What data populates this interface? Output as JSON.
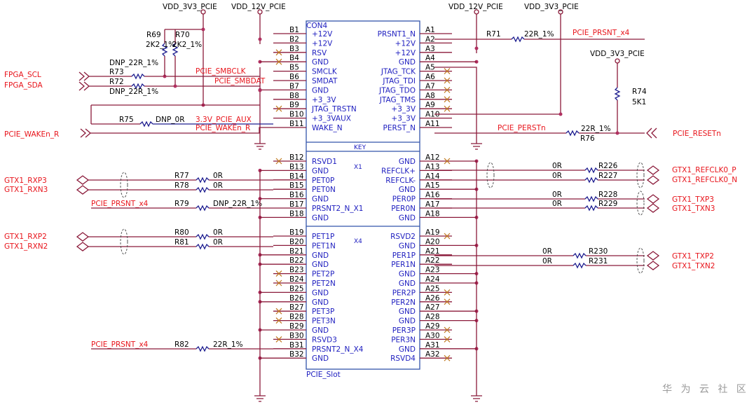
{
  "title": "CON4",
  "footer_label": "PCIE_Slot",
  "key_label": "KEY",
  "lane_x1": "X1",
  "lane_x4": "X4",
  "watermark": "华 为 云 社 区",
  "power": {
    "vdd3v3_left": "VDD_3V3_PCIE",
    "vdd12_left": "VDD_12V_PCIE",
    "vdd12_right": "VDD_12V_PCIE",
    "vdd3v3_right": "VDD_3V3_PCIE",
    "vdd3v3_r74": "VDD_3V3_PCIE"
  },
  "b_pins": [
    {
      "num": "B1",
      "name": "+12V"
    },
    {
      "num": "B2",
      "name": "+12V"
    },
    {
      "num": "B3",
      "name": "RSV"
    },
    {
      "num": "B4",
      "name": "GND"
    },
    {
      "num": "B5",
      "name": "SMCLK"
    },
    {
      "num": "B6",
      "name": "SMDAT"
    },
    {
      "num": "B7",
      "name": "GND"
    },
    {
      "num": "B8",
      "name": "+3_3V"
    },
    {
      "num": "B9",
      "name": "JTAG_TRSTN"
    },
    {
      "num": "B10",
      "name": "+3_3VAUX"
    },
    {
      "num": "B11",
      "name": "WAKE_N"
    },
    {
      "num": "B12",
      "name": "RSVD1"
    },
    {
      "num": "B13",
      "name": "GND"
    },
    {
      "num": "B14",
      "name": "PET0P"
    },
    {
      "num": "B15",
      "name": "PET0N"
    },
    {
      "num": "B16",
      "name": "GND"
    },
    {
      "num": "B17",
      "name": "PRSNT2_N_X1"
    },
    {
      "num": "B18",
      "name": "GND"
    },
    {
      "num": "B19",
      "name": "PET1P"
    },
    {
      "num": "B20",
      "name": "PET1N"
    },
    {
      "num": "B21",
      "name": "GND"
    },
    {
      "num": "B22",
      "name": "GND"
    },
    {
      "num": "B23",
      "name": "PET2P"
    },
    {
      "num": "B24",
      "name": "PET2N"
    },
    {
      "num": "B25",
      "name": "GND"
    },
    {
      "num": "B26",
      "name": "GND"
    },
    {
      "num": "B27",
      "name": "PET3P"
    },
    {
      "num": "B28",
      "name": "PET3N"
    },
    {
      "num": "B29",
      "name": "GND"
    },
    {
      "num": "B30",
      "name": "RSVD3"
    },
    {
      "num": "B31",
      "name": "PRSNT2_N_X4"
    },
    {
      "num": "B32",
      "name": "GND"
    }
  ],
  "a_pins": [
    {
      "num": "A1",
      "name": "PRSNT1_N"
    },
    {
      "num": "A2",
      "name": "+12V"
    },
    {
      "num": "A3",
      "name": "+12V"
    },
    {
      "num": "A4",
      "name": "GND"
    },
    {
      "num": "A5",
      "name": "JTAG_TCK"
    },
    {
      "num": "A6",
      "name": "JTAG_TDI"
    },
    {
      "num": "A7",
      "name": "JTAG_TDO"
    },
    {
      "num": "A8",
      "name": "JTAG_TMS"
    },
    {
      "num": "A9",
      "name": "+3_3V"
    },
    {
      "num": "A10",
      "name": "+3_3V"
    },
    {
      "num": "A11",
      "name": "PERST_N"
    },
    {
      "num": "A12",
      "name": "GND"
    },
    {
      "num": "A13",
      "name": "REFCLK+"
    },
    {
      "num": "A14",
      "name": "REFCLK-"
    },
    {
      "num": "A15",
      "name": "GND"
    },
    {
      "num": "A16",
      "name": "PER0P"
    },
    {
      "num": "A17",
      "name": "PER0N"
    },
    {
      "num": "A18",
      "name": "GND"
    },
    {
      "num": "A19",
      "name": "RSVD2"
    },
    {
      "num": "A20",
      "name": "GND"
    },
    {
      "num": "A21",
      "name": "PER1P"
    },
    {
      "num": "A22",
      "name": "PER1N"
    },
    {
      "num": "A23",
      "name": "GND"
    },
    {
      "num": "A24",
      "name": "GND"
    },
    {
      "num": "A25",
      "name": "PER2P"
    },
    {
      "num": "A26",
      "name": "PER2N"
    },
    {
      "num": "A27",
      "name": "GND"
    },
    {
      "num": "A28",
      "name": "GND"
    },
    {
      "num": "A29",
      "name": "PER3P"
    },
    {
      "num": "A30",
      "name": "PER3N"
    },
    {
      "num": "A31",
      "name": "GND"
    },
    {
      "num": "A32",
      "name": "RSVD4"
    }
  ],
  "nets": {
    "fpga_scl": "FPGA_SCL",
    "fpga_sda": "FPGA_SDA",
    "pcie_smbclk": "PCIE_SMBCLK",
    "pcie_smbdat": "PCIE_SMBDAT",
    "aux": "3.3V_PCIE_AUX",
    "wake_r": "PCIE_WAKEn_R",
    "wake_r2": "PCIE_WAKEn_R",
    "prsnt_x4_right": "PCIE_PRSNT_x4",
    "prsnt_x4_b17": "PCIE_PRSNT_x4",
    "prsnt_x4_b31": "PCIE_PRSNT_x4",
    "perstn": "PCIE_PERSTn",
    "resetn": "PCIE_RESETn",
    "gtx1_rxp3": "GTX1_RXP3",
    "gtx1_rxn3": "GTX1_RXN3",
    "gtx1_rxp2": "GTX1_RXP2",
    "gtx1_rxn2": "GTX1_RXN2",
    "refclk_p": "GTX1_REFCLK0_P",
    "refclk_n": "GTX1_REFCLK0_N",
    "gtx1_txp3": "GTX1_TXP3",
    "gtx1_txn3": "GTX1_TXN3",
    "gtx1_txp2": "GTX1_TXP2",
    "gtx1_txn2": "GTX1_TXN2"
  },
  "resistors": {
    "r69": "R69",
    "r69_val": "2K2_1%",
    "r70": "R70",
    "r70_val": "2K2_1%",
    "r73": "R73",
    "r73_val": "DNP_22R_1%",
    "r72": "R72",
    "r72_val": "DNP_22R_1%",
    "r75": "R75",
    "r75_val": "DNP_0R",
    "r71": "R71",
    "r71_val": "22R_1%",
    "r74": "R74",
    "r74_val": "5K1",
    "r76": "R76",
    "r76_val": "22R_1%",
    "r77": "R77",
    "r77_val": "0R",
    "r78": "R78",
    "r78_val": "0R",
    "r79": "R79",
    "r79_val": "DNP_22R_1%",
    "r80": "R80",
    "r80_val": "0R",
    "r81": "R81",
    "r81_val": "0R",
    "r82": "R82",
    "r82_val": "22R_1%",
    "r226": "R226",
    "r226_val": "0R",
    "r227": "R227",
    "r227_val": "0R",
    "r228": "R228",
    "r228_val": "0R",
    "r229": "R229",
    "r229_val": "0R",
    "r230": "R230",
    "r230_val": "0R",
    "r231": "R231",
    "r231_val": "0R"
  }
}
